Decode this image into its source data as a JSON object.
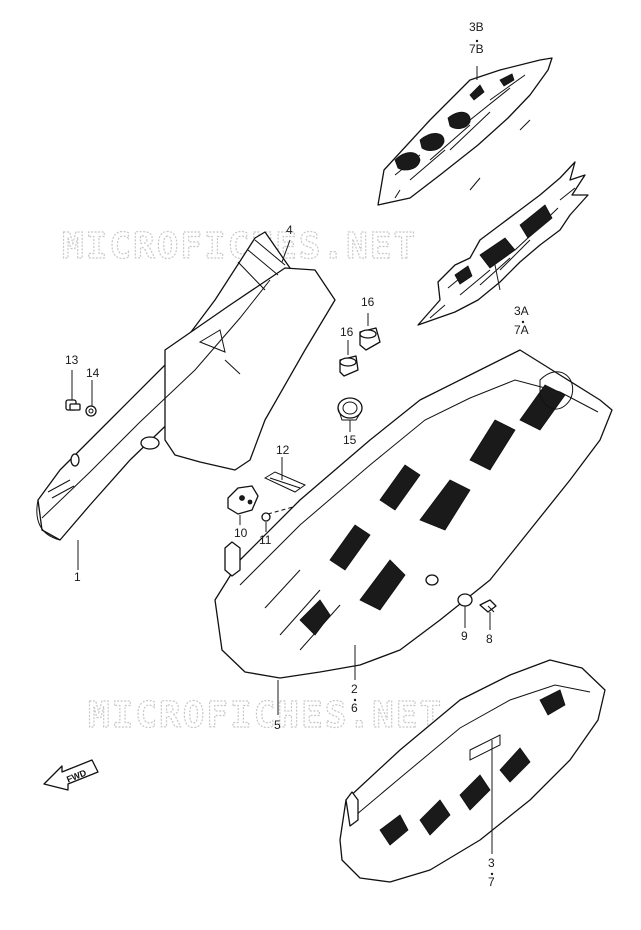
{
  "watermark": {
    "text_top": "MICROFICHES.NET",
    "text_bottom": "MICROFICHES.NET"
  },
  "direction_arrow": {
    "label": "FWD"
  },
  "callouts": {
    "c3b_7b": {
      "top": "3B",
      "bottom": "7B"
    },
    "c3a_7a": {
      "top": "3A",
      "bottom": "7A"
    },
    "c4": "4",
    "c16a": "16",
    "c16b": "16",
    "c13": "13",
    "c14": "14",
    "c15": "15",
    "c12": "12",
    "c10": "10",
    "c11": "11",
    "c1": "1",
    "c9": "9",
    "c8": "8",
    "c2_6": {
      "top": "2",
      "bottom": "6"
    },
    "c5": "5",
    "c3_7": {
      "top": "3",
      "bottom": "7"
    }
  },
  "colors": {
    "line": "#111111",
    "watermark": "#c8c8c8",
    "background": "#ffffff"
  }
}
